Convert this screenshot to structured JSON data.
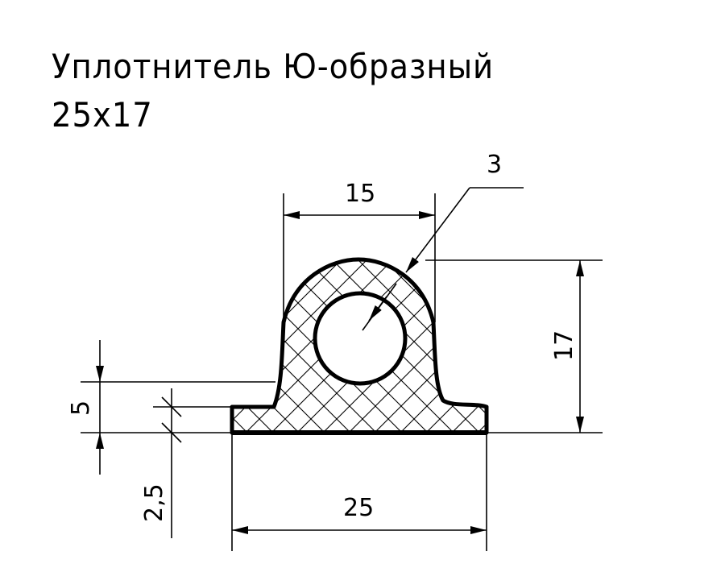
{
  "title": {
    "line1": "Уплотнитель Ю-образный",
    "line2": "25x17"
  },
  "dimensions": {
    "top_width": "15",
    "radius": "3",
    "height": "17",
    "base_height": "5",
    "flange_thickness": "2,5",
    "base_width": "25"
  },
  "colors": {
    "line": "#000000",
    "background": "#ffffff"
  }
}
